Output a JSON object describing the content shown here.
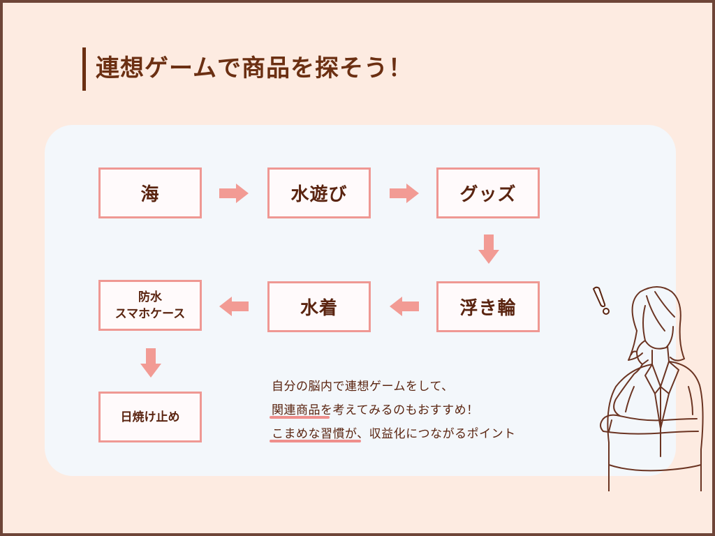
{
  "title": "連想ゲームで商品を探そう！",
  "flow": {
    "nodes": [
      "海",
      "水遊び",
      "グッズ",
      "浮き輪",
      "水着"
    ],
    "node_waterproof": [
      "防水",
      "スマホケース"
    ],
    "node_sunscreen": "日焼け止め"
  },
  "note": {
    "lines": [
      "自分の脳内で連想ゲームをして、",
      "関連商品を考えてみるのもおすすめ！",
      "こまめな習慣が、収益化につながるポイント"
    ],
    "highlight_color": "#ef8f8c"
  },
  "colors": {
    "background": "#fdebe1",
    "panel": "#f3f7fb",
    "box_border": "#ef9893",
    "arrow": "#f29b94",
    "text": "#5a2410",
    "title": "#6b2f12"
  },
  "icons": [
    "arrow-right-icon",
    "arrow-down-icon",
    "arrow-left-icon",
    "exclamation-icon"
  ]
}
